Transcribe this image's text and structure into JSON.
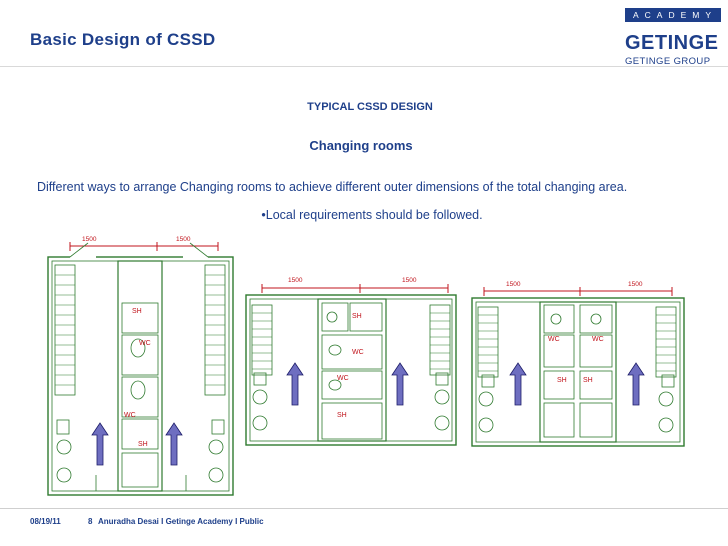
{
  "header": {
    "title": "Basic Design of CSSD",
    "logo": {
      "academy": "ACADEMY",
      "brand": "GETINGE",
      "group": "GETINGE GROUP"
    }
  },
  "main": {
    "heading": "TYPICAL CSSD DESIGN",
    "subheading": "Changing rooms",
    "description": "Different ways to arrange Changing rooms to achieve different outer dimensions of the total changing area.",
    "bullet": "•Local requirements should be followed."
  },
  "plans": {
    "dimension_label": "1500",
    "shower_label": "SH",
    "wc_label": "WC"
  },
  "footer": {
    "date": "08/19/11",
    "text": "Anuradha Desai  I  Getinge Academy  I  Public",
    "page_marker": "8"
  },
  "colors": {
    "brand_blue": "#1e3f8a",
    "plan_line": "#2f7a2f",
    "dimension_red": "#c0141c",
    "arrow_fill": "#6e6ec0"
  }
}
